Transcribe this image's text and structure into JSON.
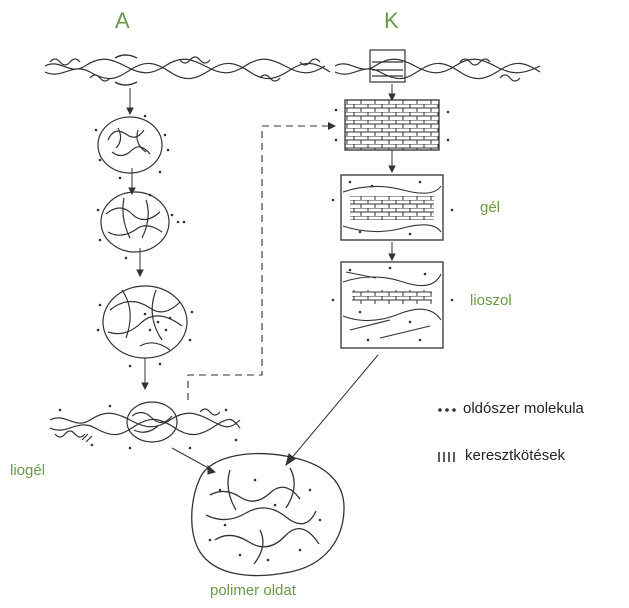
{
  "labels": {
    "A": "A",
    "K": "K",
    "gel": "gél",
    "lioszol": "lioszol",
    "liogel": "liogél",
    "polimer_oldat": "polimer oldat"
  },
  "legend": {
    "solvent": "oldószer molekula",
    "crosslinks": "keresztkötések"
  },
  "colors": {
    "label_green": "#6a9a45",
    "ink": "#222222"
  }
}
